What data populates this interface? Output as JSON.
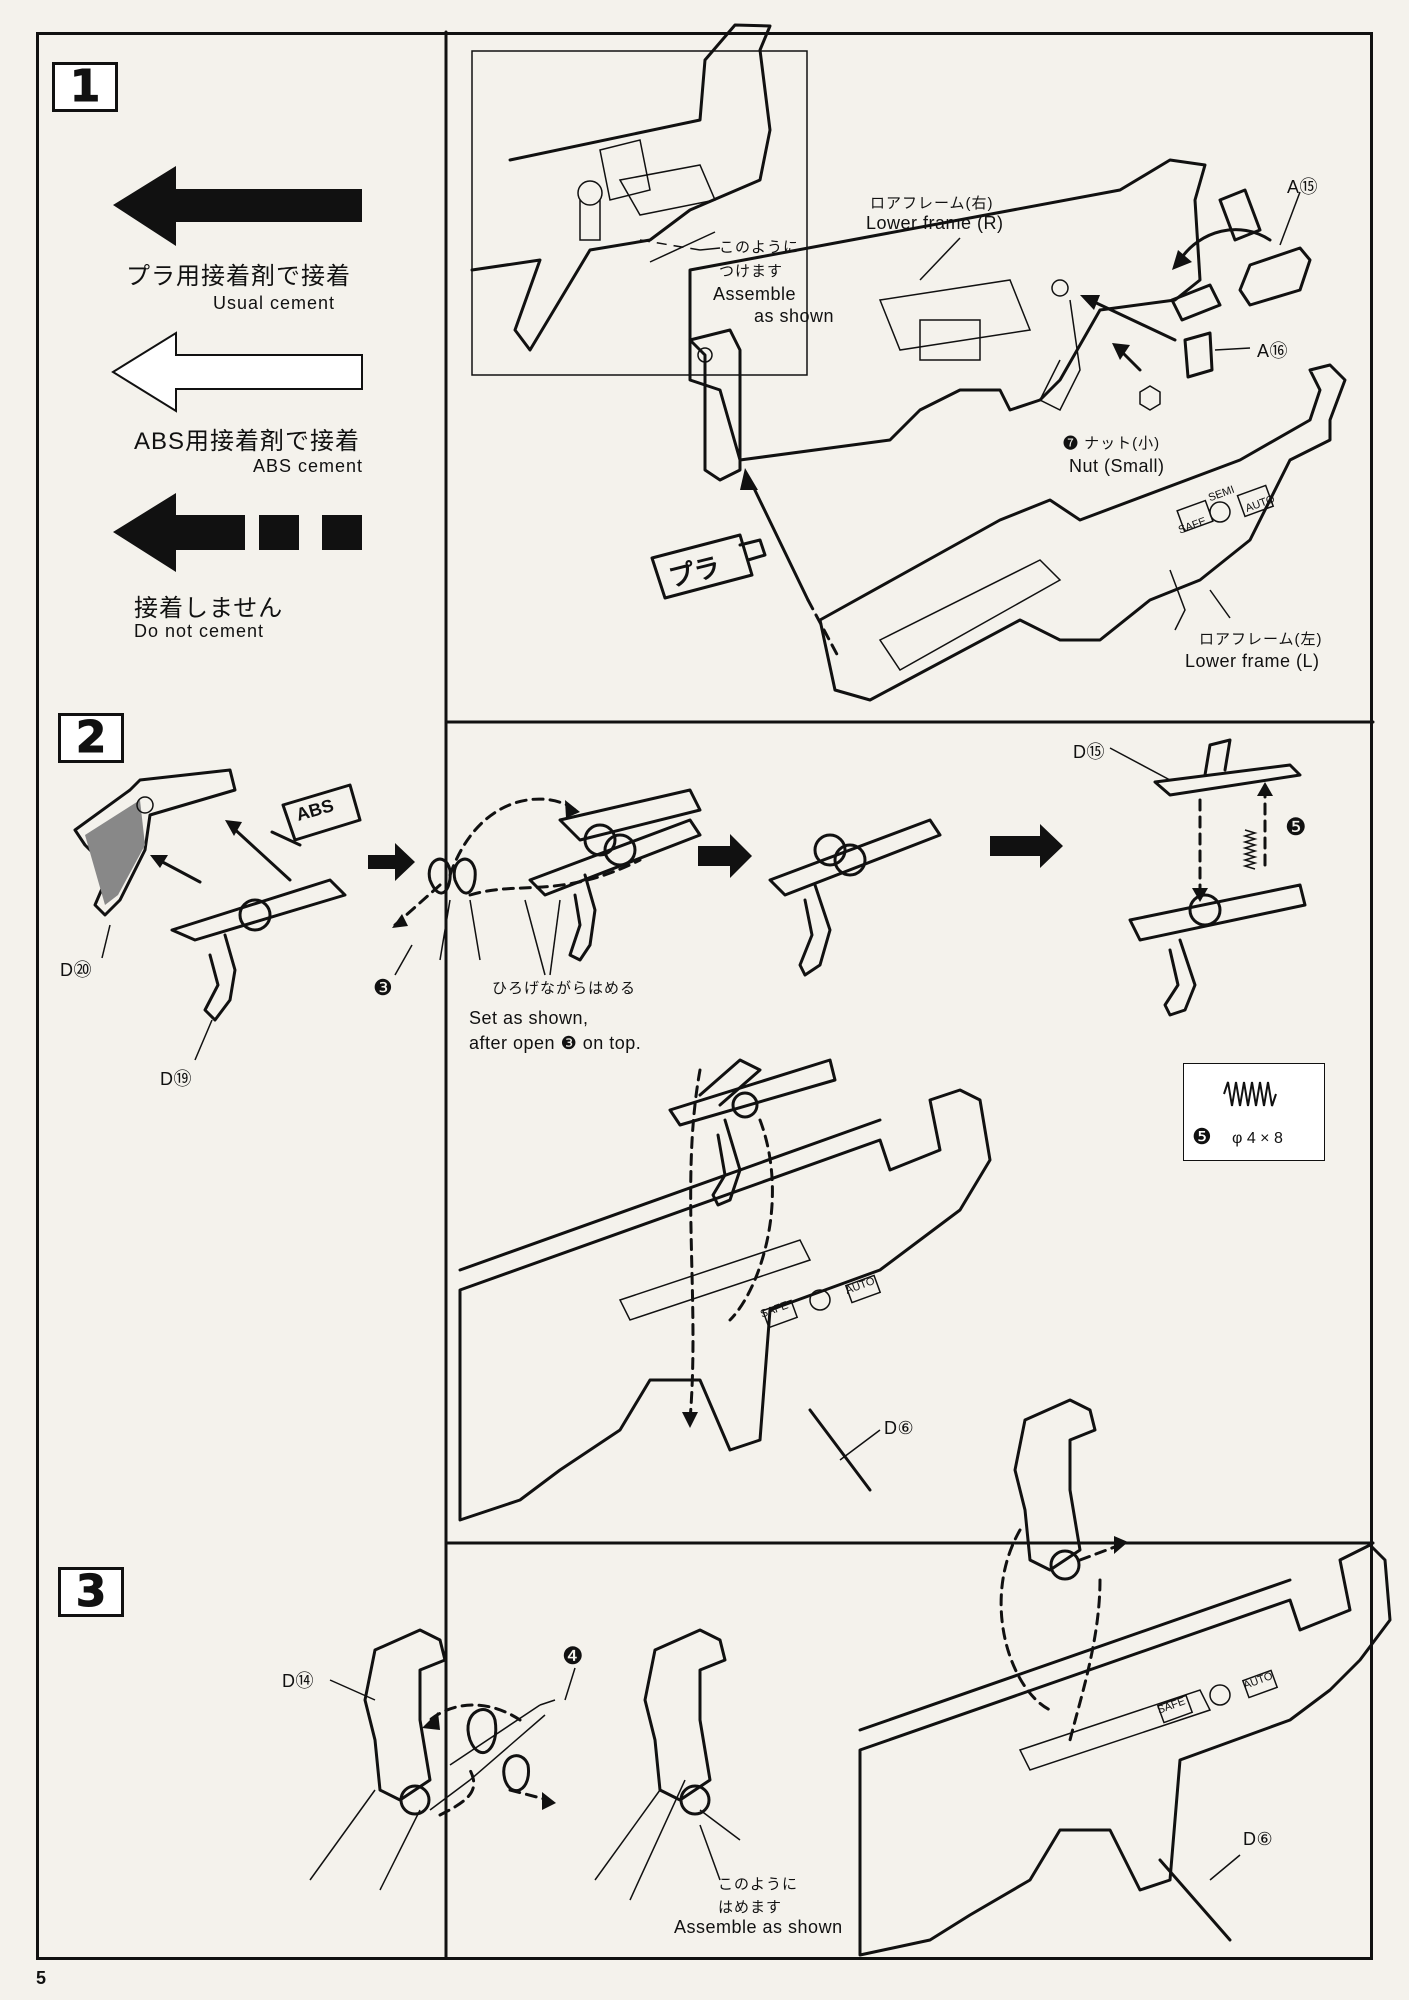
{
  "page_number": "5",
  "steps": [
    {
      "number": "1"
    },
    {
      "number": "2"
    },
    {
      "number": "3"
    }
  ],
  "legend": {
    "plastic_jp": "プラ用接着剤で接着",
    "plastic_en": "Usual cement",
    "abs_jp": "ABS用接着剤で接着",
    "abs_en": "ABS cement",
    "none_jp": "接着しません",
    "none_en": "Do not cement"
  },
  "step1": {
    "inset_note_jp_1": "このように",
    "inset_note_jp_2": "つけます",
    "inset_note_en_1": "Assemble",
    "inset_note_en_2": "as shown",
    "lower_frame_r_jp": "ロアフレーム(右)",
    "lower_frame_r_en": "Lower frame (R)",
    "lower_frame_l_jp": "ロアフレーム(左)",
    "lower_frame_l_en": "Lower frame (L)",
    "part_a15": "A⑮",
    "part_a16": "A⑯",
    "nut_jp": "❼ ナット(小)",
    "nut_en": "Nut (Small)",
    "tube_pla": "プラ",
    "selector_safe": "SAFE",
    "selector_semi": "SEMI",
    "selector_auto": "AUTO"
  },
  "step2": {
    "part_d20": "D⑳",
    "part_d19": "D⑲",
    "tube_abs": "ABS",
    "spring_num": "❸",
    "open_jp": "ひろげながらはめる",
    "open_en_1": "Set as shown,",
    "open_en_2": "after open ❸ on top.",
    "part_d15": "D⑮",
    "spring5_num": "❺",
    "part_d6": "D⑥",
    "spec_num": "❺",
    "spec_size": "φ 4 × 8",
    "selector_safe": "SAFE",
    "selector_auto": "AUTO"
  },
  "step3": {
    "part_d14": "D⑭",
    "spring_num": "❹",
    "note_jp_1": "このように",
    "note_jp_2": "はめます",
    "note_en": "Assemble as shown",
    "part_d6": "D⑥",
    "selector_safe": "SAFE",
    "selector_auto": "AUTO"
  }
}
